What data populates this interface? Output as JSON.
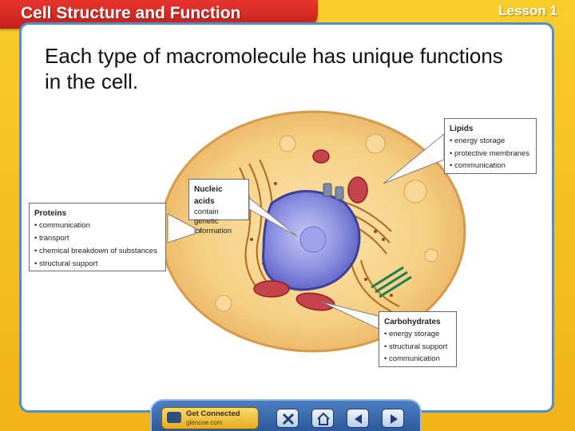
{
  "header": {
    "title": "Cell Structure and Function",
    "lesson": "Lesson 1"
  },
  "main": {
    "statement": "Each type of macromolecule has unique functions in the cell."
  },
  "callouts": {
    "lipids": {
      "title": "Lipids",
      "items": [
        "energy storage",
        "protective membranes",
        "communication"
      ]
    },
    "nucleic": {
      "title": "Nucleic acids",
      "line1": "contain genetic",
      "line2": "information"
    },
    "proteins": {
      "title": "Proteins",
      "items": [
        "communication",
        "transport",
        "chemical breakdown of substances",
        "structural support"
      ]
    },
    "carbs": {
      "title": "Carbohydrates",
      "items": [
        "energy storage",
        "structural support",
        "communication"
      ]
    }
  },
  "nav": {
    "get_connected": "Get Connected",
    "site": "glencoe.com",
    "buttons": [
      "close-icon",
      "home-icon",
      "previous-icon",
      "next-icon"
    ]
  },
  "colors": {
    "frame": "#f6c21a",
    "title_tab": "#d42a24",
    "panel_border": "#4f8fcf",
    "nav": "#3a6aaf"
  }
}
